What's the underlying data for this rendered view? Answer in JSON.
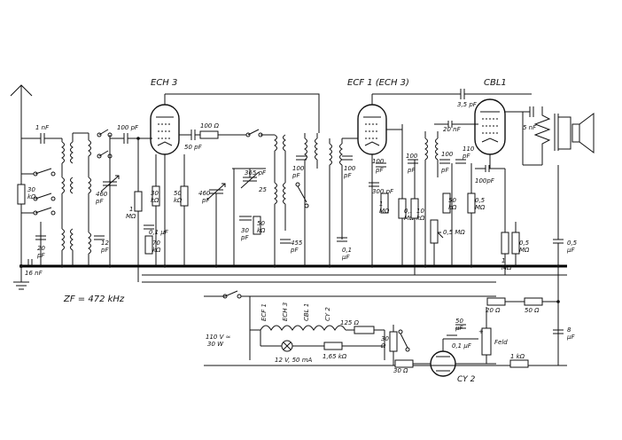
{
  "tubes": {
    "ech3": "ECH 3",
    "ecf1": "ECF 1 (ECH 3)",
    "cbl1": "CBL1",
    "cy2": "CY 2"
  },
  "note_if": "ZF = 472 kHz",
  "labels": {
    "c_1nf": "1 nF",
    "r_30k_ant": [
      "30",
      "kΩ"
    ],
    "c_20pf": [
      "20",
      "pF"
    ],
    "c_16nf": "16 nF",
    "c_460pf_a": [
      "460",
      "pF"
    ],
    "c_12pf": [
      "12",
      "pF"
    ],
    "c_100pf_grid": "100 pF",
    "r_1mohm": [
      "1",
      "MΩ"
    ],
    "r_30k_osc": [
      "30",
      "kΩ"
    ],
    "c_01uf": "0,1 µF",
    "r_70k": [
      "70",
      "kΩ"
    ],
    "r_100ohm": "100 Ω",
    "c_50pf_osc": "50 pF",
    "r_50k": [
      "50",
      "kΩ"
    ],
    "c_460pf_b": [
      "460",
      "pF"
    ],
    "c_365pf": "365 pF",
    "c_25pf": "25",
    "c_30pf": [
      "30",
      "pF"
    ],
    "r_50k_b": [
      "50",
      "kΩ"
    ],
    "c_455pf": [
      "455",
      "pF"
    ],
    "c_100pf_if1": [
      "100",
      "pF"
    ],
    "c_100pf_if2": [
      "100",
      "pF"
    ],
    "c_01uf_b": [
      "0,1",
      "µF"
    ],
    "c_100pf_ecf": [
      "100",
      "pF"
    ],
    "c_300pf": "300 pF",
    "r_1mohm_b": [
      "1",
      "MΩ"
    ],
    "r_01mohm": [
      "0,1",
      "MΩ"
    ],
    "r_10k": [
      "10",
      "kΩ"
    ],
    "c_100pf_d": [
      "100",
      "pF"
    ],
    "c_20nf": "20 nF",
    "c_100pf_e": [
      "100",
      "pF"
    ],
    "c_110pf": [
      "110",
      "pF"
    ],
    "r_50k_c": [
      "50",
      "kΩ"
    ],
    "r_05mohm_vol": "0,5 MΩ",
    "r_05mohm_b": [
      "0,5",
      "MΩ"
    ],
    "c_35pf": "3,5 pF",
    "c_100pf_f": "100pF",
    "c_5nf": "5 nF",
    "r_1mohm_c": [
      "1",
      "MΩ"
    ],
    "r_05mohm_c": [
      "0,5",
      "MΩ"
    ],
    "c_05uf": [
      "0,5",
      "µF"
    ],
    "r_20ohm": "20 Ω",
    "r_50ohm": "50 Ω",
    "heaters": [
      "ECF 1",
      "ECH 3",
      "CBL 1",
      "CY 2"
    ],
    "r_125ohm": "125 Ω",
    "mains": [
      "110 V ≃",
      "30 W"
    ],
    "lamp": "12 V, 50 mA",
    "r_165k": "1,65 kΩ",
    "r_30ohm_a": [
      "30",
      "Ω"
    ],
    "c_50pf_filter": [
      "50",
      "µF"
    ],
    "c_01uf_c": "0,1 µF",
    "field": "Feld",
    "c_8uf": [
      "8",
      "µF"
    ],
    "r_30ohm_b": "30 Ω",
    "r_1kohm": "1 kΩ"
  }
}
